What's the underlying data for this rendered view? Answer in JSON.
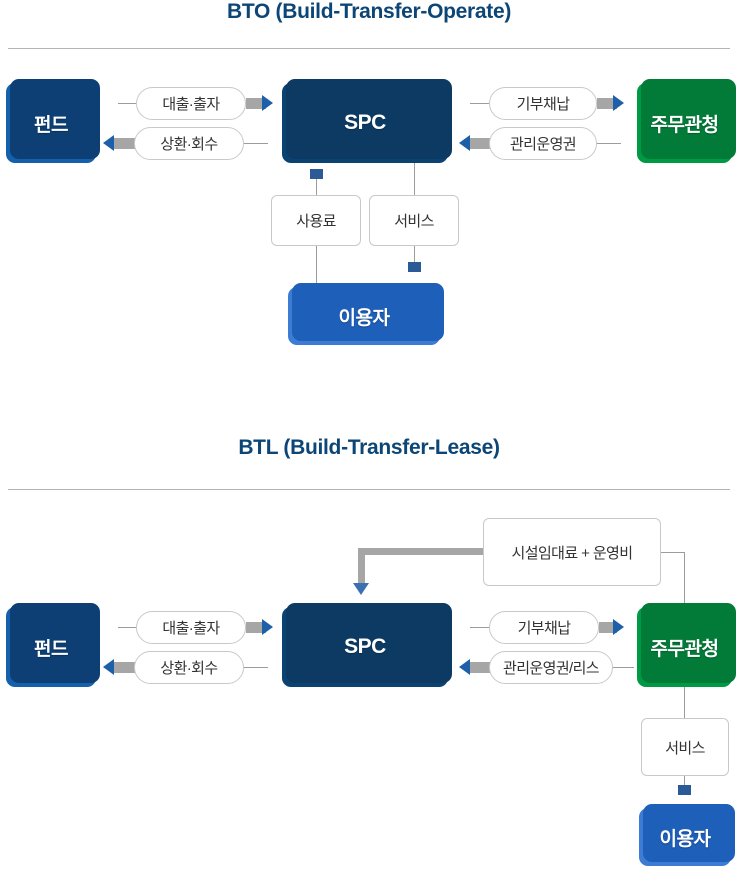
{
  "sections": [
    {
      "title": "BTO (Build-Transfer-Operate)",
      "nodes": {
        "fund": "펀드",
        "spc": "SPC",
        "gov": "주무관청",
        "user": "이용자"
      },
      "labels": {
        "loan": "대출·출자",
        "repay": "상환·회수",
        "donate": "기부채납",
        "operate": "관리운영권",
        "fee": "사용료",
        "service": "서비스"
      }
    },
    {
      "title": "BTL (Build-Transfer-Lease)",
      "nodes": {
        "fund": "펀드",
        "spc": "SPC",
        "gov": "주무관청",
        "user": "이용자"
      },
      "labels": {
        "loan": "대출·출자",
        "repay": "상환·회수",
        "donate": "기부채납",
        "operate": "관리운영권/리스",
        "rent": "시설임대료 + 운영비",
        "service": "서비스"
      }
    }
  ],
  "colors": {
    "title": "#0c4676",
    "fund": "#1560ab",
    "spc": "#0a4372",
    "gov": "#009a44",
    "user": "#3c7cd4",
    "arrow": "#1d5fa8",
    "line": "#9c9c9c",
    "rule": "#b4b4b4"
  }
}
